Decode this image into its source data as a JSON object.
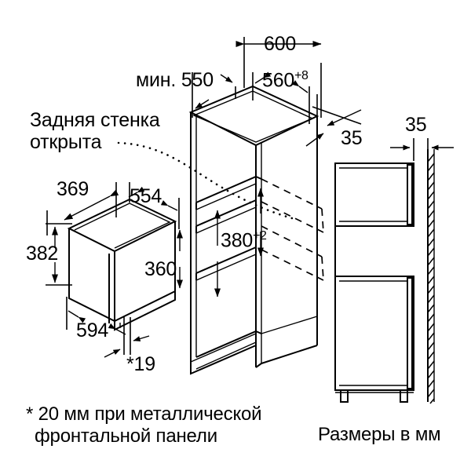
{
  "drawing": {
    "title_unit_note": "Размеры в мм",
    "footnote_line1": "* 20 мм при металлической",
    "footnote_line2": "фронтальной панели",
    "back_wall_note_line1": "Задняя стенка",
    "back_wall_note_line2": "открыта",
    "dimensions": {
      "cabinet_depth_min": "мин. 550",
      "cabinet_outer_width": "600",
      "niche_width_value": "560",
      "niche_width_tolerance": "+8",
      "niche_height_value": "380",
      "niche_height_tolerance": "+2",
      "appliance_depth": "369",
      "appliance_body_width": "554",
      "appliance_front_height": "382",
      "appliance_body_height": "360",
      "appliance_front_width": "594",
      "front_panel_thickness": "*19",
      "wall_gap_iso": "35",
      "wall_gap_side": "35"
    },
    "colors": {
      "line": "#000000",
      "background": "#ffffff"
    },
    "units": "мм"
  }
}
